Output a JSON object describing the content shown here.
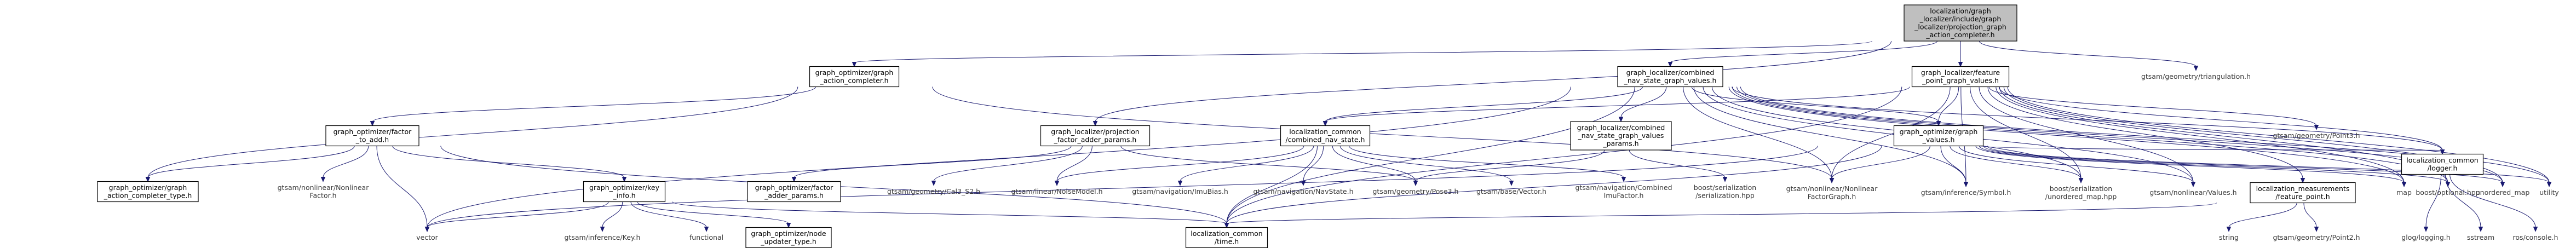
{
  "diagram": {
    "type": "include-dependency-graph",
    "colors": {
      "edge": "#191970",
      "root_fill": "#bfbfbf",
      "node_border": "#000000",
      "background": "#ffffff"
    },
    "nodes": [
      {
        "id": "root",
        "kind": "root",
        "lines": [
          "localization/graph",
          "_localizer/include/graph",
          "_localizer/projection_graph",
          "_action_completer.h"
        ]
      },
      {
        "id": "go_action_completer",
        "kind": "boxed",
        "lines": [
          "graph_optimizer/graph",
          "_action_completer.h"
        ]
      },
      {
        "id": "gl_combined_nav_graph_values",
        "kind": "boxed",
        "lines": [
          "graph_localizer/combined",
          "_nav_state_graph_values.h"
        ]
      },
      {
        "id": "gl_feature_point_graph_values",
        "kind": "boxed",
        "lines": [
          "graph_localizer/feature",
          "_point_graph_values.h"
        ]
      },
      {
        "id": "gtsam_triangulation",
        "kind": "plain",
        "lines": [
          "gtsam/geometry/triangulation.h"
        ]
      },
      {
        "id": "go_factor_to_add",
        "kind": "boxed",
        "lines": [
          "graph_optimizer/factor",
          "_to_add.h"
        ]
      },
      {
        "id": "gl_projection_factor_adder_params",
        "kind": "boxed",
        "lines": [
          "graph_localizer/projection",
          "_factor_adder_params.h"
        ]
      },
      {
        "id": "lc_combined_nav_state",
        "kind": "boxed",
        "lines": [
          "localization_common",
          "/combined_nav_state.h"
        ]
      },
      {
        "id": "gl_combined_nav_graph_values_params",
        "kind": "boxed",
        "lines": [
          "graph_localizer/combined",
          "_nav_state_graph_values",
          "_params.h"
        ]
      },
      {
        "id": "go_graph_values",
        "kind": "boxed",
        "lines": [
          "graph_optimizer/graph",
          "_values.h"
        ]
      },
      {
        "id": "gtsam_point3",
        "kind": "plain",
        "lines": [
          "gtsam/geometry/Point3.h"
        ]
      },
      {
        "id": "go_graph_action_completer_type",
        "kind": "boxed",
        "lines": [
          "graph_optimizer/graph",
          "_action_completer_type.h"
        ]
      },
      {
        "id": "gtsam_nonlinear_factor",
        "kind": "plain",
        "lines": [
          "gtsam/nonlinear/Nonlinear",
          "Factor.h"
        ]
      },
      {
        "id": "go_key_info",
        "kind": "boxed",
        "lines": [
          "graph_optimizer/key",
          "_info.h"
        ]
      },
      {
        "id": "go_factor_adder_params",
        "kind": "boxed",
        "lines": [
          "graph_optimizer/factor",
          "_adder_params.h"
        ]
      },
      {
        "id": "gtsam_cal3_s2",
        "kind": "plain",
        "lines": [
          "gtsam/geometry/Cal3_S2.h"
        ]
      },
      {
        "id": "gtsam_noise_model",
        "kind": "plain",
        "lines": [
          "gtsam/linear/NoiseModel.h"
        ]
      },
      {
        "id": "gtsam_imubias",
        "kind": "plain",
        "lines": [
          "gtsam/navigation/ImuBias.h"
        ]
      },
      {
        "id": "gtsam_navstate",
        "kind": "plain",
        "lines": [
          "gtsam/navigation/NavState.h"
        ]
      },
      {
        "id": "gtsam_pose3",
        "kind": "plain",
        "lines": [
          "gtsam/geometry/Pose3.h"
        ]
      },
      {
        "id": "gtsam_vector",
        "kind": "plain",
        "lines": [
          "gtsam/base/Vector.h"
        ]
      },
      {
        "id": "gtsam_combined_imu_factor",
        "kind": "plain",
        "lines": [
          "gtsam/navigation/Combined",
          "ImuFactor.h"
        ]
      },
      {
        "id": "boost_serialization",
        "kind": "plain",
        "lines": [
          "boost/serialization",
          "/serialization.hpp"
        ]
      },
      {
        "id": "gtsam_nonlinear_factor_graph",
        "kind": "plain",
        "lines": [
          "gtsam/nonlinear/Nonlinear",
          "FactorGraph.h"
        ]
      },
      {
        "id": "gtsam_symbol",
        "kind": "plain",
        "lines": [
          "gtsam/inference/Symbol.h"
        ]
      },
      {
        "id": "boost_unordered_map_hpp",
        "kind": "plain",
        "lines": [
          "boost/serialization",
          "/unordered_map.hpp"
        ]
      },
      {
        "id": "gtsam_values",
        "kind": "plain",
        "lines": [
          "gtsam/nonlinear/Values.h"
        ]
      },
      {
        "id": "lm_feature_point",
        "kind": "boxed",
        "lines": [
          "localization_measurements",
          "/feature_point.h"
        ]
      },
      {
        "id": "map",
        "kind": "plain",
        "lines": [
          "map"
        ]
      },
      {
        "id": "boost_optional",
        "kind": "plain",
        "lines": [
          "boost/optional.hpp"
        ]
      },
      {
        "id": "unordered_map",
        "kind": "plain",
        "lines": [
          "unordered_map"
        ]
      },
      {
        "id": "utility",
        "kind": "plain",
        "lines": [
          "utility"
        ]
      },
      {
        "id": "lc_logger",
        "kind": "boxed",
        "lines": [
          "localization_common",
          "/logger.h"
        ]
      },
      {
        "id": "vector",
        "kind": "plain",
        "lines": [
          "vector"
        ]
      },
      {
        "id": "gtsam_key",
        "kind": "plain",
        "lines": [
          "gtsam/inference/Key.h"
        ]
      },
      {
        "id": "functional",
        "kind": "plain",
        "lines": [
          "functional"
        ]
      },
      {
        "id": "go_node_updater_type",
        "kind": "boxed",
        "lines": [
          "graph_optimizer/node",
          "_updater_type.h"
        ]
      },
      {
        "id": "lc_time",
        "kind": "boxed",
        "lines": [
          "localization_common",
          "/time.h"
        ]
      },
      {
        "id": "string",
        "kind": "plain",
        "lines": [
          "string"
        ]
      },
      {
        "id": "gtsam_point2",
        "kind": "plain",
        "lines": [
          "gtsam/geometry/Point2.h"
        ]
      },
      {
        "id": "glog_logging",
        "kind": "plain",
        "lines": [
          "glog/logging.h"
        ]
      },
      {
        "id": "sstream",
        "kind": "plain",
        "lines": [
          "sstream"
        ]
      },
      {
        "id": "ros_console",
        "kind": "plain",
        "lines": [
          "ros/console.h"
        ]
      }
    ],
    "edges": [
      [
        "root",
        "go_action_completer"
      ],
      [
        "root",
        "gl_combined_nav_graph_values"
      ],
      [
        "root",
        "gl_feature_point_graph_values"
      ],
      [
        "root",
        "gtsam_triangulation"
      ],
      [
        "root",
        "gl_projection_factor_adder_params"
      ],
      [
        "go_action_completer",
        "go_factor_to_add"
      ],
      [
        "go_action_completer",
        "go_graph_action_completer_type"
      ],
      [
        "go_action_completer",
        "gtsam_nonlinear_factor_graph"
      ],
      [
        "go_factor_to_add",
        "go_graph_action_completer_type"
      ],
      [
        "go_factor_to_add",
        "gtsam_nonlinear_factor"
      ],
      [
        "go_factor_to_add",
        "go_key_info"
      ],
      [
        "go_factor_to_add",
        "vector"
      ],
      [
        "go_factor_to_add",
        "lc_time"
      ],
      [
        "go_key_info",
        "vector"
      ],
      [
        "go_key_info",
        "gtsam_key"
      ],
      [
        "go_key_info",
        "functional"
      ],
      [
        "go_key_info",
        "go_node_updater_type"
      ],
      [
        "go_key_info",
        "lc_time"
      ],
      [
        "gl_projection_factor_adder_params",
        "go_factor_adder_params"
      ],
      [
        "gl_projection_factor_adder_params",
        "gtsam_cal3_s2"
      ],
      [
        "gl_projection_factor_adder_params",
        "gtsam_noise_model"
      ],
      [
        "gl_projection_factor_adder_params",
        "gtsam_pose3"
      ],
      [
        "gl_combined_nav_graph_values",
        "vector"
      ],
      [
        "gl_combined_nav_graph_values",
        "lc_combined_nav_state"
      ],
      [
        "gl_combined_nav_graph_values",
        "gl_combined_nav_graph_values_params"
      ],
      [
        "gl_combined_nav_graph_values",
        "go_graph_values"
      ],
      [
        "gl_combined_nav_graph_values",
        "gtsam_nonlinear_factor_graph"
      ],
      [
        "gl_combined_nav_graph_values",
        "gtsam_symbol"
      ],
      [
        "gl_combined_nav_graph_values",
        "boost_unordered_map_hpp"
      ],
      [
        "gl_combined_nav_graph_values",
        "gtsam_values"
      ],
      [
        "gl_combined_nav_graph_values",
        "map"
      ],
      [
        "gl_combined_nav_graph_values",
        "boost_optional"
      ],
      [
        "gl_combined_nav_graph_values",
        "unordered_map"
      ],
      [
        "gl_combined_nav_graph_values",
        "utility"
      ],
      [
        "gl_combined_nav_graph_values",
        "lc_time"
      ],
      [
        "gl_combined_nav_graph_values",
        "lc_logger"
      ],
      [
        "lc_combined_nav_state",
        "gtsam_noise_model"
      ],
      [
        "lc_combined_nav_state",
        "gtsam_imubias"
      ],
      [
        "lc_combined_nav_state",
        "gtsam_navstate"
      ],
      [
        "lc_combined_nav_state",
        "gtsam_pose3"
      ],
      [
        "lc_combined_nav_state",
        "gtsam_vector"
      ],
      [
        "lc_combined_nav_state",
        "gtsam_combined_imu_factor"
      ],
      [
        "lc_combined_nav_state",
        "lc_time"
      ],
      [
        "gl_combined_nav_graph_values_params",
        "gtsam_pose3"
      ],
      [
        "gl_combined_nav_graph_values_params",
        "boost_serialization"
      ],
      [
        "go_graph_values",
        "gtsam_nonlinear_factor_graph"
      ],
      [
        "go_graph_values",
        "gtsam_symbol"
      ],
      [
        "go_graph_values",
        "boost_unordered_map_hpp"
      ],
      [
        "go_graph_values",
        "gtsam_values"
      ],
      [
        "go_graph_values",
        "map"
      ],
      [
        "go_graph_values",
        "boost_optional"
      ],
      [
        "go_graph_values",
        "unordered_map"
      ],
      [
        "go_graph_values",
        "utility"
      ],
      [
        "go_graph_values",
        "lc_logger"
      ],
      [
        "go_graph_values",
        "lc_time"
      ],
      [
        "go_graph_values",
        "vector"
      ],
      [
        "gl_feature_point_graph_values",
        "go_graph_values"
      ],
      [
        "gl_feature_point_graph_values",
        "lc_combined_nav_state"
      ],
      [
        "gl_feature_point_graph_values",
        "gtsam_point3"
      ],
      [
        "gl_feature_point_graph_values",
        "gtsam_nonlinear_factor_graph"
      ],
      [
        "gl_feature_point_graph_values",
        "gtsam_symbol"
      ],
      [
        "gl_feature_point_graph_values",
        "boost_unordered_map_hpp"
      ],
      [
        "gl_feature_point_graph_values",
        "gtsam_values"
      ],
      [
        "gl_feature_point_graph_values",
        "lm_feature_point"
      ],
      [
        "gl_feature_point_graph_values",
        "map"
      ],
      [
        "gl_feature_point_graph_values",
        "boost_optional"
      ],
      [
        "gl_feature_point_graph_values",
        "unordered_map"
      ],
      [
        "gl_feature_point_graph_values",
        "utility"
      ],
      [
        "gl_feature_point_graph_values",
        "lc_logger"
      ],
      [
        "gl_feature_point_graph_values",
        "lc_time"
      ],
      [
        "lm_feature_point",
        "lc_time"
      ],
      [
        "lm_feature_point",
        "string"
      ],
      [
        "lm_feature_point",
        "gtsam_point2"
      ],
      [
        "lc_logger",
        "glog_logging"
      ],
      [
        "lc_logger",
        "sstream"
      ],
      [
        "lc_logger",
        "ros_console"
      ]
    ]
  }
}
